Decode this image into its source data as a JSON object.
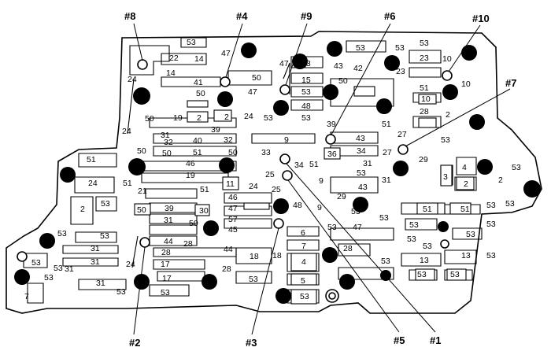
{
  "callouts": {
    "c8": "#8",
    "c4": "#4",
    "c9": "#9",
    "c6": "#6",
    "c10": "#10",
    "c7": "#7",
    "c2": "#2",
    "c3": "#3",
    "c5": "#5",
    "c1": "#1"
  },
  "labels": {
    "a53": "53",
    "a22": "22",
    "a14": "14",
    "a47": "47",
    "a47b": "47",
    "a53b": "53",
    "a43": "43",
    "a53c": "53",
    "a53d": "53",
    "a53e": "53",
    "a23": "23",
    "a10": "10",
    "a24": "24",
    "a14b": "14",
    "a41": "41",
    "a50": "50",
    "a15": "15",
    "a42": "42",
    "a23b": "23",
    "a10b": "10",
    "a50b": "50",
    "a47c": "47",
    "a53f": "53",
    "a50c": "50",
    "a51": "51",
    "a10c": "10",
    "a50d": "50",
    "a19": "19",
    "a2": "2",
    "a2b": "2",
    "a24b": "24",
    "a53g": "53",
    "a48": "48",
    "a53h": "53",
    "a28": "28",
    "a2c": "2",
    "a39": "39",
    "a31": "31",
    "a40": "40",
    "a32": "32",
    "a9": "9",
    "a39b": "39",
    "a43b": "43",
    "a27": "27",
    "a51b": "51",
    "a53i": "53",
    "a24c": "24",
    "a32b": "32",
    "a50e": "50",
    "a50f": "50",
    "a51c": "51",
    "a50g": "50",
    "a33": "33",
    "a36": "36",
    "a34": "34",
    "a27b": "27",
    "a53j": "53",
    "a51d": "51",
    "a46": "46",
    "a34b": "34",
    "a51e": "51",
    "a31b": "31",
    "a29": "29",
    "a4": "4",
    "a24d": "24",
    "a51f": "51",
    "a19b": "19",
    "a25": "25",
    "a9b": "9",
    "a53k": "53",
    "a31c": "31",
    "a3": "3",
    "a2d": "2",
    "a53l": "53",
    "a21": "21",
    "a11": "11",
    "a24e": "24",
    "a25b": "25",
    "a43c": "43",
    "a29b": "29",
    "a2e": "2",
    "a2f": "2",
    "a53m": "53",
    "a51g": "51",
    "a46b": "46",
    "a39c": "39",
    "a50h": "50",
    "a30": "30",
    "a47d": "47",
    "a48b": "48",
    "a9c": "9",
    "a53n": "53",
    "a53o": "53",
    "a51h": "51",
    "a51i": "51",
    "a53p": "53",
    "a53q": "53",
    "a31d": "31",
    "a57": "57",
    "a50i": "50",
    "a45": "45",
    "a53r": "53",
    "a47e": "47",
    "a53s": "53",
    "a53t": "53",
    "a53u": "53",
    "a53v": "53",
    "a53w": "53",
    "a44": "44",
    "a28b": "28",
    "a44b": "44",
    "a6": "6",
    "a53x": "53",
    "a53y": "53",
    "a31e": "31",
    "a31f": "31",
    "a28c": "28",
    "a7": "7",
    "a18": "18",
    "a18b": "18",
    "a4b": "4",
    "a28d": "28",
    "a53z": "53",
    "a13": "13",
    "a13b": "13",
    "a53aa": "53",
    "a53ab": "53",
    "a24f": "24",
    "a17": "17",
    "a17b": "17",
    "a28e": "28",
    "a53ac": "53",
    "a5": "5",
    "a53ad": "53",
    "a53ae": "53",
    "a53af": "53",
    "a31g": "31",
    "a31h": "31",
    "a53ag": "53",
    "a53ah": "53",
    "a53ai": "53",
    "a53aj": "53",
    "a7b": "7"
  }
}
